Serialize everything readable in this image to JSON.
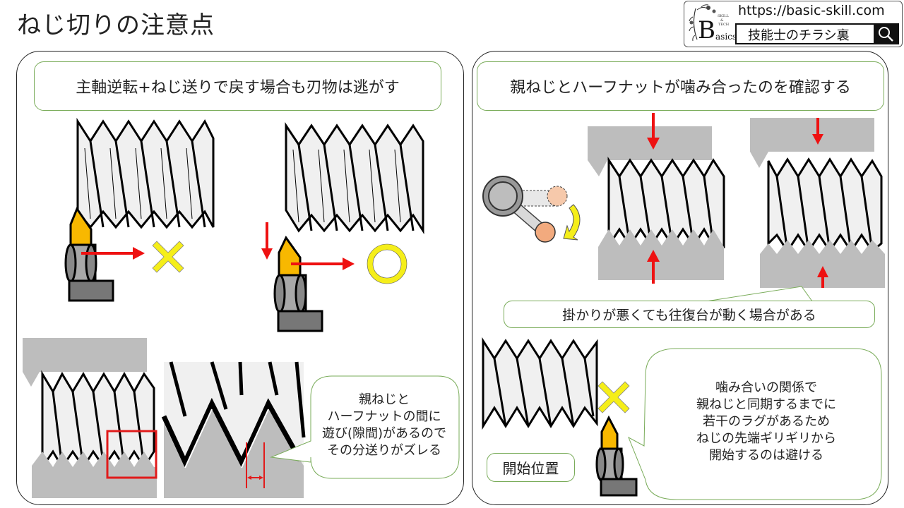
{
  "page": {
    "title": "ねじ切りの注意点"
  },
  "brand": {
    "url": "https://basic-skill.com",
    "search_label": "技能士のチラシ裏",
    "logo_letter": "B",
    "logo_small_lines": [
      "SKILL",
      "&",
      "TECH"
    ],
    "logo_suffix": "asics",
    "search_icon": "search-icon"
  },
  "left_panel": {
    "heading": "主軸逆転+ねじ送りで戻す場合も刃物は逃がす",
    "examples": [
      {
        "name": "no-retract",
        "verdict": "×",
        "verdict_icon": "cross-icon"
      },
      {
        "name": "retract",
        "verdict": "○",
        "verdict_icon": "circle-icon"
      }
    ],
    "bubble": "親ねじと\nハーフナットの間に\n遊び(隙間)があるので\nその分送りがズレる"
  },
  "right_panel": {
    "heading": "親ねじとハーフナットが噛み合ったのを確認する",
    "note": "掛かりが悪くても往復台が動く場合がある",
    "start_label": "開始位置",
    "start_verdict_icon": "cross-icon",
    "bubble": "噛み合いの関係で\n親ねじと同期するまでに\n若干のラグがあるため\nねじの先端ギリギリから\n開始するのは避ける"
  },
  "colors": {
    "heading_border": "#7aac5a",
    "arrow": "#ee1111",
    "tool_tip": "#f8b800",
    "verdict_yellow": "#f5ee1a",
    "nut_gray": "#bdbdbd",
    "lever_ball": "#f2aa7e",
    "highlight_red": "#e11b1b"
  }
}
